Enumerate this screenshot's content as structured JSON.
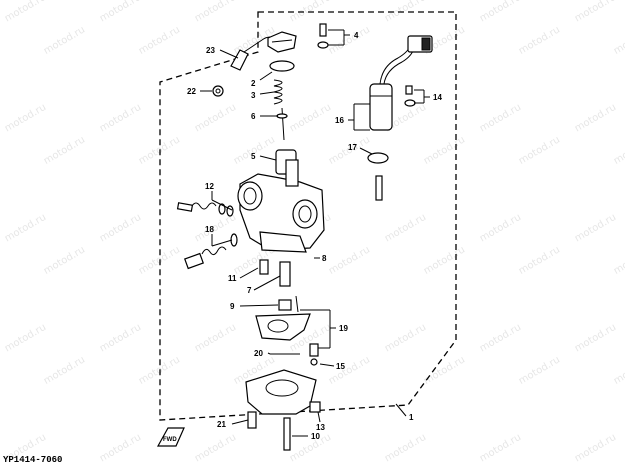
{
  "diagram_code": "YP1414-7060",
  "fwd_label": "FWD",
  "watermark": "motod.ru",
  "callouts": {
    "p1": "1",
    "p2": "2",
    "p3": "3",
    "p4": "4",
    "p5": "5",
    "p6": "6",
    "p7": "7",
    "p8": "8",
    "p9": "9",
    "p10": "10",
    "p11": "11",
    "p12": "12",
    "p13": "13",
    "p14": "14",
    "p15": "15",
    "p16": "16",
    "p17": "17",
    "p18": "18",
    "p19": "19",
    "p20": "20",
    "p21": "21",
    "p22": "22",
    "p23": "23"
  }
}
